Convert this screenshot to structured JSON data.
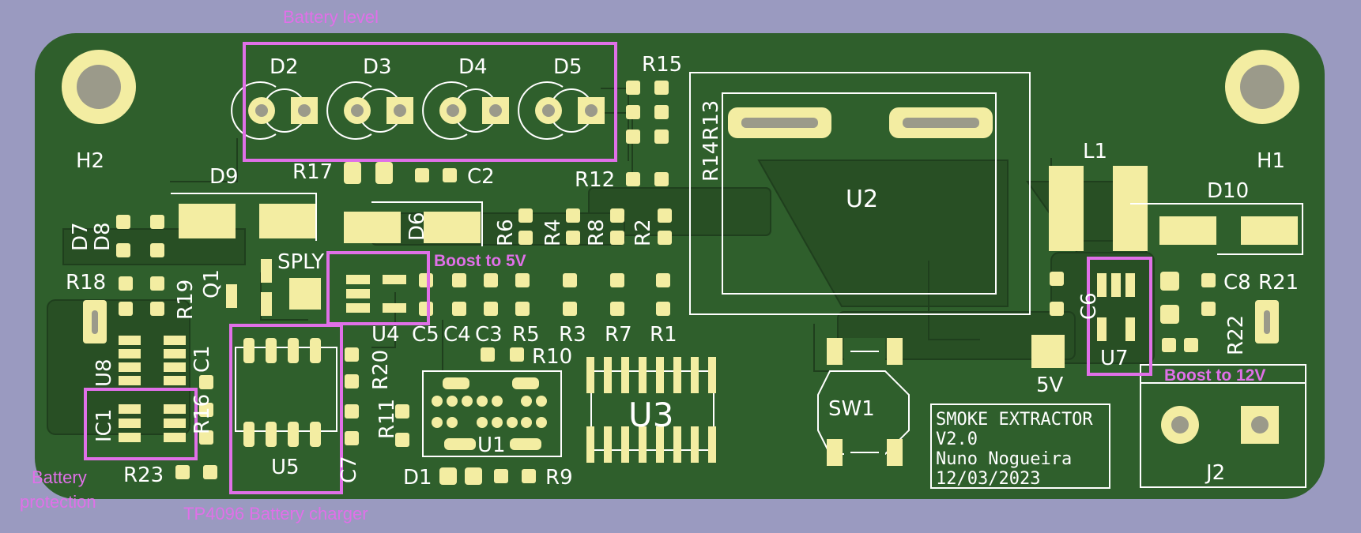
{
  "board": {
    "colors": {
      "background": "#9a9ac0",
      "board": "#2f5f2c",
      "copper": "#284f24",
      "copper_edge": "#1f3f1d",
      "pad": "#f3eda2",
      "pad_dark": "#9b9a8a",
      "silk": "#ffffff",
      "annotation": "#e070e8"
    },
    "labels": {
      "D2": "D2",
      "D3": "D3",
      "D4": "D4",
      "D5": "D5",
      "R15": "R15",
      "R13": "R13",
      "R14": "R14",
      "R12": "R12",
      "R17": "R17",
      "C2": "C2",
      "D9": "D9",
      "D6": "D6",
      "R6": "R6",
      "R4": "R4",
      "R8": "R8",
      "R2": "R2",
      "U2": "U2",
      "L1": "L1",
      "H1": "H1",
      "H2": "H2",
      "D10": "D10",
      "D7": "D7",
      "D8": "D8",
      "SPLY": "SPLY",
      "Q1": "Q1",
      "R18": "R18",
      "R19": "R19",
      "U4": "U4",
      "C5": "C5",
      "C4": "C4",
      "C3": "C3",
      "R5": "R5",
      "R3": "R3",
      "R7": "R7",
      "R1": "R1",
      "C6": "C6",
      "C8": "C8",
      "R21": "R21",
      "R22": "R22",
      "U7": "U7",
      "5V": "5V",
      "U8": "U8",
      "C1": "C1",
      "R20": "R20",
      "R10": "R10",
      "U3": "U3",
      "SW1": "SW1",
      "IC1": "IC1",
      "R16": "R16",
      "R11": "R11",
      "U1": "U1",
      "C7": "C7",
      "U5": "U5",
      "R23": "R23",
      "D1": "D1",
      "R9": "R9",
      "J2": "J2"
    },
    "title_block": [
      "SMOKE EXTRACTOR",
      "V2.0",
      "Nuno Nogueira",
      "12/03/2023"
    ],
    "annotations": {
      "battery_level": "Battery level",
      "boost_5v": "Boost to 5V",
      "boost_12v": "Boost to 12V",
      "battery_protection_line1": "Battery",
      "battery_protection_line2": "protection",
      "battery_charger": "TP4096 Battery charger"
    }
  }
}
